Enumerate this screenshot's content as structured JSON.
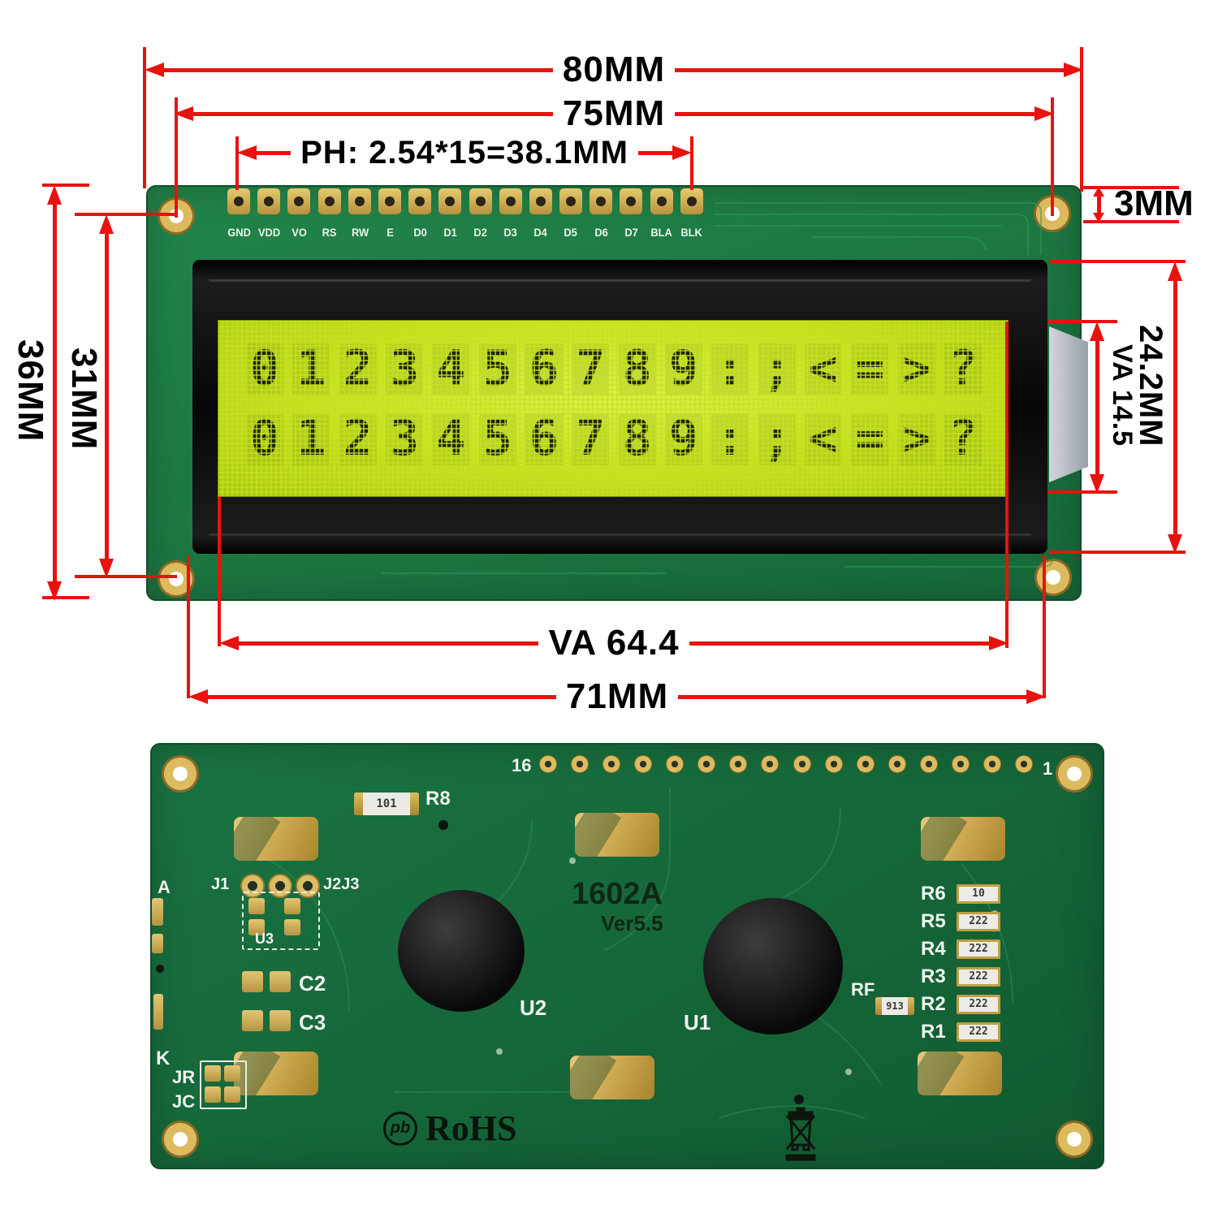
{
  "annotations": {
    "dim_80": "80MM",
    "dim_75": "75MM",
    "dim_ph": "PH: 2.54*15=38.1MM",
    "dim_3": "3MM",
    "dim_36": "36MM",
    "dim_31": "31MM",
    "dim_24_2": "24.2MM",
    "dim_va_14_5": "VA 14.5",
    "dim_va_64_4": "VA 64.4",
    "dim_71": "71MM"
  },
  "front_view": {
    "pin_labels": [
      "GND",
      "VDD",
      "VO",
      "RS",
      "RW",
      "E",
      "D0",
      "D1",
      "D2",
      "D3",
      "D4",
      "D5",
      "D6",
      "D7",
      "BLA",
      "BLK"
    ],
    "lcd": {
      "row1": "0123456789:;<=>?",
      "row2": "0123456789:;<=>?"
    }
  },
  "back_view": {
    "pin_first": "16",
    "pin_last": "1",
    "silkscreen": {
      "r8": "R8",
      "j1": "J1",
      "j2j3": "J2J3",
      "u3": "U3",
      "c2": "C2",
      "c3": "C3",
      "a": "A",
      "k": "K",
      "jr": "JR",
      "jc": "JC",
      "u2": "U2",
      "u1": "U1",
      "rf": "RF",
      "model": "1602A",
      "version": "Ver5.5",
      "pb": "pb",
      "rohs": "RoHS"
    },
    "r8_value": "101",
    "rf_value": "913",
    "resistors": [
      {
        "label": "R6",
        "value": "10"
      },
      {
        "label": "R5",
        "value": "222"
      },
      {
        "label": "R4",
        "value": "222"
      },
      {
        "label": "R3",
        "value": "222"
      },
      {
        "label": "R2",
        "value": "222"
      },
      {
        "label": "R1",
        "value": "222"
      }
    ]
  },
  "colors": {
    "annotation_red": "#e8120f",
    "pcb_green": "#1b7a3c",
    "pad_gold": "#d6b763",
    "lcd_yellow_green": "#c6e120",
    "bezel_black": "#0a0a0a"
  }
}
